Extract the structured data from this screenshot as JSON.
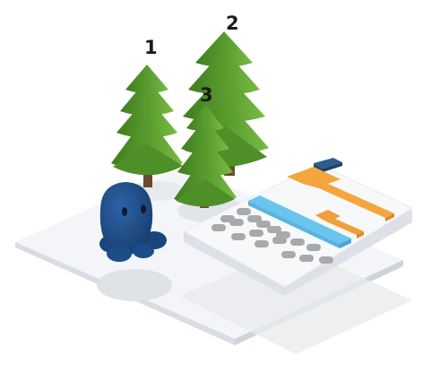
{
  "trees": [
    {
      "label": "1"
    },
    {
      "label": "2"
    },
    {
      "label": "3"
    }
  ],
  "icons": {
    "character": "blue-blob-character-icon",
    "panel": "calculator-panel-icon"
  },
  "colors": {
    "tree_dark": "#3f7d1f",
    "tree_mid": "#5a9e2f",
    "tree_light": "#79bb45",
    "character": "#1e4e8c",
    "character_dark": "#163a6a",
    "bar_orange": "#f4a63c",
    "bar_orange_dark": "#e58f2a",
    "bar_blue": "#6ac4ee",
    "key_grey": "#a9a9ab",
    "accent_navy": "#2e5d8c",
    "platform": "#f2f4f7",
    "panel": "#f7f8fa"
  }
}
